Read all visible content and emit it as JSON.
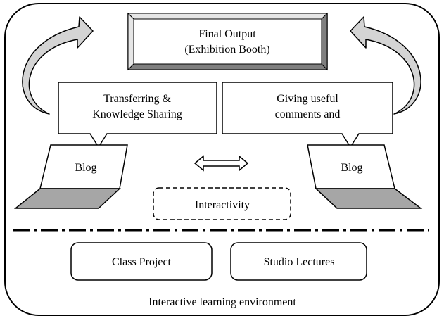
{
  "diagram": {
    "final_output": {
      "line1": "Final Output",
      "line2": "(Exhibition Booth)"
    },
    "left_callout": {
      "line1": "Transferring &",
      "line2": "Knowledge Sharing"
    },
    "right_callout": {
      "line1": "Giving useful",
      "line2": "comments and"
    },
    "left_laptop_label": "Blog",
    "right_laptop_label": "Blog",
    "interactivity_label": "Interactivity",
    "class_project_label": "Class Project",
    "studio_lectures_label": "Studio Lectures",
    "environment_label": "Interactive learning environment"
  },
  "colors": {
    "stroke": "#000000",
    "arrow_fill": "#d4d4d4",
    "laptop_base": "#a6a6a6",
    "bevel_dark": "#7f7f7f",
    "bevel_light": "#e6e6e6"
  }
}
